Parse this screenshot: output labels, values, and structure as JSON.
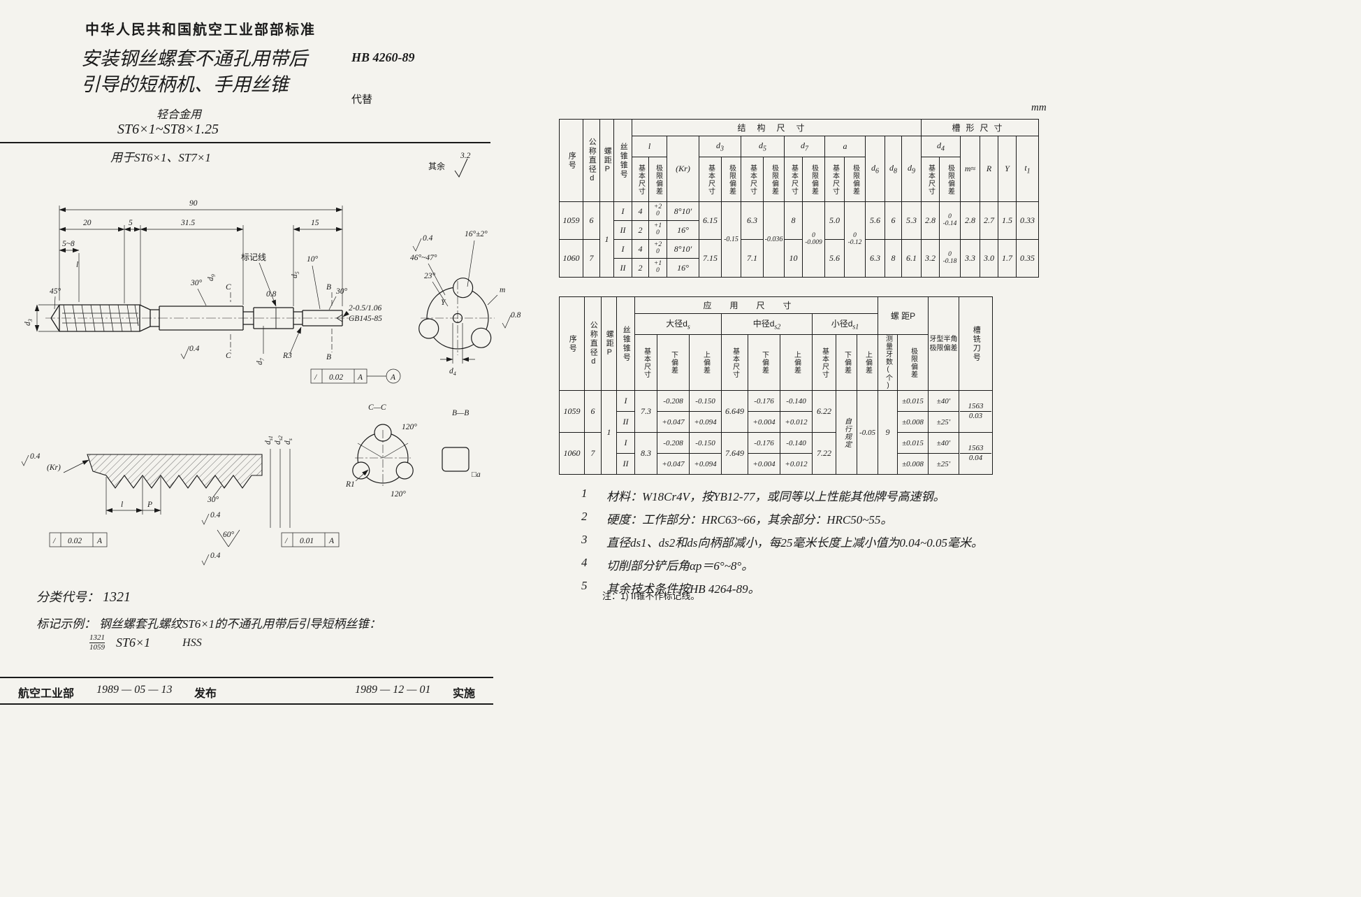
{
  "meta": {
    "unit": "mm"
  },
  "header": {
    "org": "中华人民共和国航空工业部部标准",
    "title1": "安装钢丝螺套不通孔用带后",
    "title2": "引导的短柄机、手用丝锥",
    "code": "HB 4260-89",
    "supersede": "代替",
    "sub1": "轻合金用",
    "range": "ST6×1~ST8×1.25",
    "scope": "用于ST6×1、ST7×1"
  },
  "dw": {
    "roughPre": "其余",
    "rough": "3.2",
    "dim90": "90",
    "dim20": "20",
    "dim5": "5",
    "dim315": "31.5",
    "dim15": "15",
    "dim58": "5~8",
    "l": "l",
    "a45": "45°",
    "a30": "30°",
    "a10": "10°",
    "mark": "标记线",
    "B": "B",
    "C": "C",
    "r04": "0.4",
    "r08": "0.8",
    "R3": "R3",
    "R1": "R1",
    "hole1": "2-0.5/1.06",
    "hole2": "GB145-85",
    "slash": "/",
    "tolA": "0.02",
    "tolB": "0.01",
    "datum": "A",
    "cc": "C—C",
    "bb": "B—B",
    "a120": "120°",
    "a4647": "46°~47°",
    "a23": "23°",
    "a16": "16°±2°",
    "m": "m",
    "Y": "Y",
    "sq": "□a",
    "kr": "(Kr)",
    "P": "P",
    "a60": "60°",
    "d3b": "d",
    "d3s": "3",
    "d4b": "d",
    "d4s": "4",
    "d5b": "d",
    "d5s": "5",
    "d7b": "d",
    "d7s": "7",
    "d9b": "d",
    "d9s": "9",
    "dsb": "d",
    "dss": "s",
    "ds1b": "d",
    "ds1s": "s1",
    "ds2b": "d",
    "ds2s": "s2"
  },
  "t1": {
    "h": {
      "xh": "序号",
      "d": "公称直径d",
      "p": "螺距P",
      "cone": "丝锥锥号",
      "struct": "结构尺寸",
      "groove": "槽形尺寸",
      "l": "l",
      "kr": "(Kr)",
      "a": "a",
      "base": "基本尺寸",
      "dev": "极限偏差",
      "d3b": "d",
      "d3s": "3",
      "d5b": "d",
      "d5s": "5",
      "d7b": "d",
      "d7s": "7",
      "d6b": "d",
      "d6s": "6",
      "d8b": "d",
      "d8s": "8",
      "d9b": "d",
      "d9s": "9",
      "d4b": "d",
      "d4s": "4",
      "m": "m≈",
      "R": "R",
      "Y": "Y",
      "t1b": "t",
      "t1s": "1"
    },
    "shared": {
      "p": "1",
      "d3dev": "-0.15",
      "d5dev": "-0.036",
      "d7devT": "0",
      "d7devB": "-0.009",
      "aDevT": "0",
      "aDevB": "-0.12"
    },
    "r0": {
      "xh": "1059",
      "d": "6",
      "cone": "I",
      "l": "4",
      "lt": "+2",
      "lb": "0",
      "kr": "8°10′",
      "d3": "6.15",
      "d5": "6.3",
      "d7": "8",
      "a": "5.0",
      "d6": "5.6",
      "d8": "6",
      "d9": "5.3",
      "d4": "2.8",
      "d4t": "0",
      "d4b": "-0.14",
      "m": "2.8",
      "R": "2.7",
      "Y": "1.5",
      "t1": "0.33"
    },
    "r1": {
      "cone": "II",
      "l": "2",
      "lt": "+1",
      "lb": "0",
      "kr": "16°"
    },
    "r2": {
      "xh": "1060",
      "d": "7",
      "cone": "I",
      "l": "4",
      "lt": "+2",
      "lb": "0",
      "kr": "8°10′",
      "d3": "7.15",
      "d5": "7.1",
      "d7": "10",
      "a": "5.6",
      "d6": "6.3",
      "d8": "8",
      "d9": "6.1",
      "d4": "3.2",
      "d4t": "0",
      "d4b": "-0.18",
      "m": "3.3",
      "R": "3.0",
      "Y": "1.7",
      "t1": "0.35"
    },
    "r3": {
      "cone": "II",
      "l": "2",
      "lt": "+1",
      "lb": "0",
      "kr": "16°"
    }
  },
  "t2": {
    "h": {
      "xh": "序号",
      "d": "公称直径d",
      "p": "螺距P",
      "cone": "丝锥锥号",
      "app": "应用尺寸",
      "dsT": "大径d",
      "dsTs": "s",
      "ds2T": "中径d",
      "ds2Ts": "s2",
      "ds1T": "小径d",
      "ds1Ts": "s1",
      "base": "基本尺寸",
      "lo": "下偏差",
      "hi": "上偏差",
      "p2": "螺 距P",
      "teeth": "测量牙数(个)",
      "dev": "极限偏差",
      "half1": "牙型半角",
      "half2": "极限偏差",
      "cutter": "槽铣刀号"
    },
    "shared": {
      "p": "1",
      "ds1lo": "自行规定",
      "ds1hi": "-0.05",
      "teeth": "9"
    },
    "r0": {
      "xh": "1059",
      "d": "6",
      "cone": "I",
      "ds": "7.3",
      "dslo": "-0.208",
      "dshi": "-0.150",
      "ds2": "6.649",
      "ds2lo": "-0.176",
      "ds2hi": "-0.140",
      "ds1": "6.22",
      "pdev": "±0.015",
      "half": "±40′",
      "cutN": "1563",
      "cutD": "0.03"
    },
    "r1": {
      "cone": "II",
      "dslo": "+0.047",
      "dshi": "+0.094",
      "ds2lo": "+0.004",
      "ds2hi": "+0.012",
      "pdev": "±0.008",
      "half": "±25′"
    },
    "r2": {
      "xh": "1060",
      "d": "7",
      "cone": "I",
      "ds": "8.3",
      "dslo": "-0.208",
      "dshi": "-0.150",
      "ds2": "7.649",
      "ds2lo": "-0.176",
      "ds2hi": "-0.140",
      "ds1": "7.22",
      "pdev": "±0.015",
      "half": "±40′",
      "cutN": "1563",
      "cutD": "0.04"
    },
    "r3": {
      "cone": "II",
      "dslo": "+0.047",
      "dshi": "+0.094",
      "ds2lo": "+0.004",
      "ds2hi": "+0.012",
      "pdev": "±0.008",
      "half": "±25′"
    }
  },
  "cls": {
    "label": "分类代号：",
    "value": "1321"
  },
  "mark": {
    "label": "标记示例：",
    "text": "钢丝螺套孔螺纹ST6×1的不通孔用带后引导短柄丝锥：",
    "num": "1321",
    "den": "1059",
    "spec": "ST6×1",
    "mat": "HSS"
  },
  "notes": [
    {
      "n": "1",
      "t": "材料：W18Cr4V，按YB12-77，或同等以上性能其他牌号高速钢。"
    },
    {
      "n": "2",
      "t": "硬度：工作部分：HRC63~66，其余部分：HRC50~55。"
    },
    {
      "n": "3",
      "t": "直径ds1、ds2和ds向柄部减小，每25毫米长度上减小值为0.04~0.05毫米。"
    },
    {
      "n": "4",
      "t": "切削部分铲后角αp＝6°~8°。"
    },
    {
      "n": "5",
      "t": "其余技术条件按HB 4264-89。"
    }
  ],
  "footnote": "注：1) II锥不作标记线。",
  "footer": {
    "org": "航空工业部",
    "d1": "1989 — 05 — 13",
    "pub": "发布",
    "d2": "1989 — 12 — 01",
    "impl": "实施"
  }
}
